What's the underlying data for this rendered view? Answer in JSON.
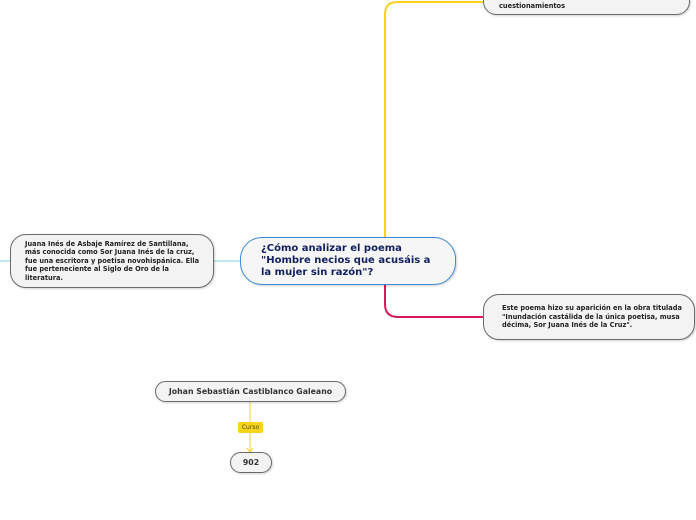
{
  "map": {
    "central_topic": "¿Cómo analizar el poema \"Hombre necios que acusáis a la mujer sin razón\"?",
    "left_topic": "Juana Inés de Asbaje Ramírez de Santillana, más conocida como Sor Juana Inés de la cruz, fue una escritora y poetisa novohispánica. Ella fue perteneciente al Siglo de Oro de la literatura.",
    "top_right_topic": "cuestionamientos",
    "bottom_right_topic": "Este poema hizo su aparición en la obra titulada \"Inundación castálida de la única poetisa, musa décima, Sor Juana Inés de la Cruz\".",
    "author_name": "Johan Sebastián Castiblanco Galeano",
    "relation_label": "Curso",
    "course_number": "902"
  },
  "colors": {
    "central_border": "#3f8ad8",
    "connector_left": "#7fd3d9",
    "connector_top": "#f7d417",
    "connector_bottom": "#d61a5a",
    "connector_course": "#f7d417",
    "node_fill": "#f3f3f3"
  }
}
